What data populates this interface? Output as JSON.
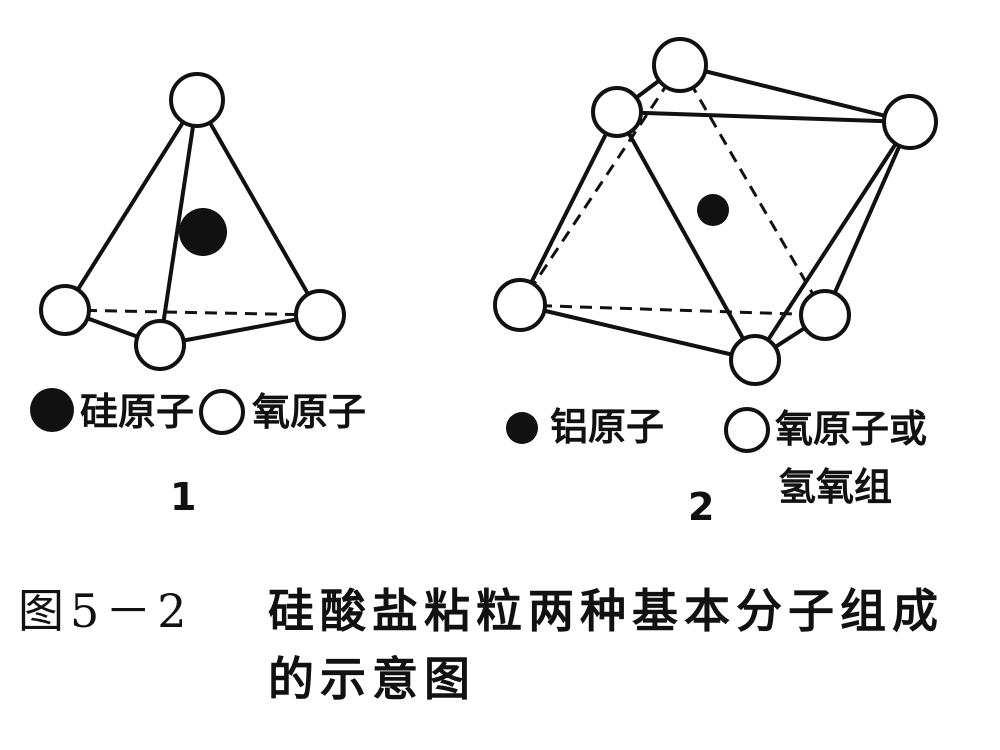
{
  "figure": {
    "number": "图5－2",
    "title_line1": "硅酸盐粘粒两种基本分子组成",
    "title_line2": "的示意图"
  },
  "panels": [
    {
      "id": "1",
      "label": "1",
      "legend": [
        {
          "symbol": "filled",
          "text": "硅原子"
        },
        {
          "symbol": "hollow",
          "text": "氧原子"
        }
      ]
    },
    {
      "id": "2",
      "label": "2",
      "legend": [
        {
          "symbol": "filled",
          "text": "铝原子"
        },
        {
          "symbol": "hollow",
          "text_line1": "氧原子或",
          "text_line2": "氢氧组"
        }
      ]
    }
  ]
}
